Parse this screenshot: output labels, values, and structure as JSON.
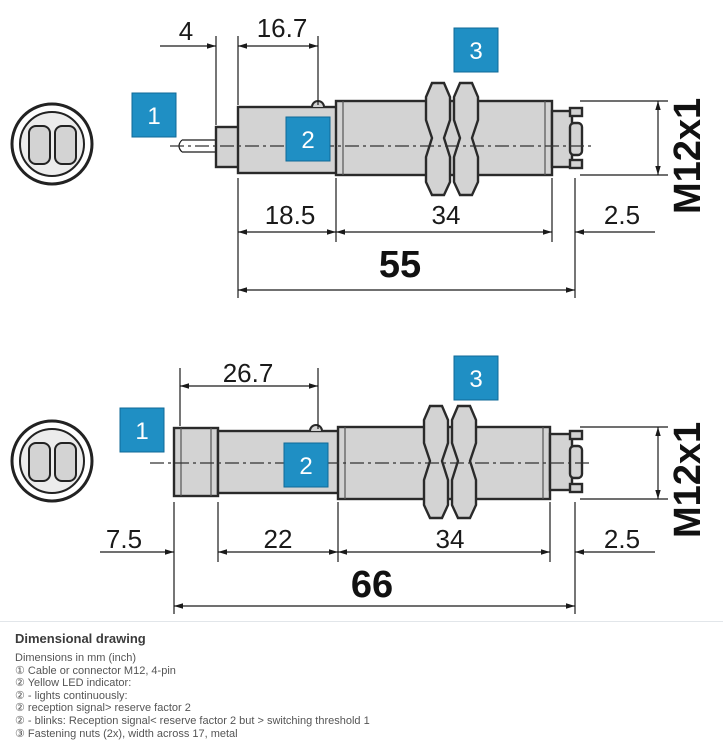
{
  "drawing1": {
    "dims": {
      "top_left": "4",
      "top_mid": "16.7",
      "bot_a": "18.5",
      "bot_b": "34",
      "bot_c": "2.5",
      "total": "55"
    },
    "thread": "M12x1",
    "badges": {
      "b1": "1",
      "b2": "2",
      "b3": "3"
    }
  },
  "drawing2": {
    "dims": {
      "top": "26.7",
      "bot_a": "7.5",
      "bot_b": "22",
      "bot_c": "34",
      "bot_d": "2.5",
      "total": "66"
    },
    "thread": "M12x1",
    "badges": {
      "b1": "1",
      "b2": "2",
      "b3": "3"
    }
  },
  "caption": {
    "title": "Dimensional drawing",
    "lines": [
      "Dimensions in mm (inch)",
      "① Cable or connector M12, 4-pin",
      "② Yellow LED indicator:",
      "② - lights continuously:",
      "② reception signal> reserve factor 2",
      "② - blinks: Reception signal< reserve factor 2 but > switching threshold 1",
      "③ Fastening nuts (2x), width across 17, metal"
    ]
  },
  "colors": {
    "badge": "#1f8fc4",
    "body": "#d3d3d3",
    "caption_text": "#555555"
  }
}
